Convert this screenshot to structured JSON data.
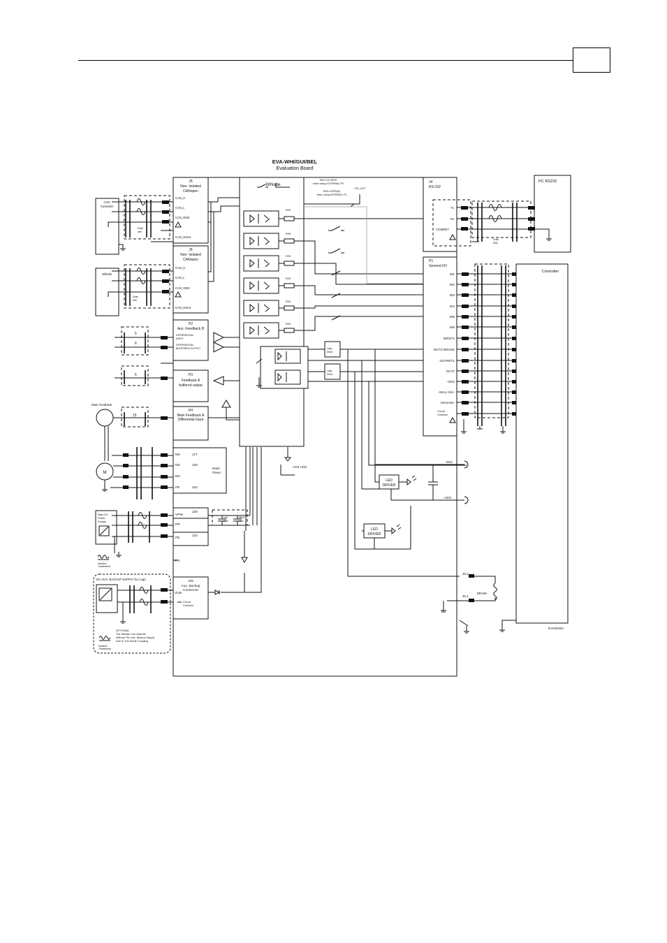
{
  "page": {
    "number": ""
  },
  "board": {
    "title": "EVA-WHI/GUI/BEL",
    "subtitle": "Evaluation Board",
    "drive": "Whistle"
  },
  "j5_top": {
    "title": "J5",
    "line1": "Non- Isolated",
    "line2": "CANopen",
    "pins": [
      "CAN_H",
      "CAN_L",
      "CAN_GND",
      "CAN_SHLD"
    ]
  },
  "j5_bottom": {
    "title": "J5",
    "line1": "Non- Isolated",
    "line2": "CANopen",
    "pins": [
      "CAN_H",
      "CAN_L",
      "CAN_GND",
      "CAN_SHLD"
    ]
  },
  "can_controller": {
    "line1": "CAN",
    "line2": "Controller"
  },
  "whistle_node": {
    "label": "Whistle"
  },
  "drain_wire": [
    "Drain",
    "wire"
  ],
  "drain_wire_rs232": [
    "Drain",
    "Wire"
  ],
  "p2": {
    "title": "P2",
    "line1": "Aux. Feedback B",
    "in1": "DIFFERENTIAL",
    "in2": "INPUT",
    "out1": "DIFFERENTIAL",
    "out2": "BUFFERED OUTPUT",
    "n1": "5",
    "n2": "6"
  },
  "p3": {
    "title": "P3",
    "line1": "Feedback A",
    "line2": "buffered output",
    "n1": "6"
  },
  "p4": {
    "title": "P4",
    "line1": "Main Feedback A",
    "line2": "Differential Input",
    "n1": "15"
  },
  "main_feedback": {
    "label": "Main Feedback"
  },
  "motor": {
    "label": "M",
    "pins": [
      "M3",
      "M2",
      "M1",
      "PE"
    ],
    "jacks": [
      "J17",
      "J20",
      "J22"
    ],
    "power_l1": "Motor",
    "power_l2": "Power"
  },
  "power": {
    "pins": [
      "VPW",
      "PR",
      "PE"
    ],
    "jacks": [
      "J25",
      "J22"
    ],
    "pe_extra": "PE",
    "supply_l1": "Main DC",
    "supply_l2": "Power",
    "supply_l3": "Supply",
    "transformer_l1": "Isolation",
    "transformer_l2": "Transformer",
    "cap1": "1μH",
    "cap1b": "100v",
    "cap2": "680uf",
    "cap2b": "100v"
  },
  "j26": {
    "title": "J26",
    "line1": "Aux. Backup",
    "line2": "Connector",
    "pin": "VLW",
    "circ1": "Circuit",
    "circ2": "Common"
  },
  "backup": {
    "title": "DC AUX. BACKUP SUPPLY for Logic",
    "opt1": "OPTIONAL",
    "opt2": "The Whistle Can Operate",
    "opt3": "Without The Aux. Backup Supply",
    "opt4": "Due to The Diode Coupling",
    "iso1": "Isolation",
    "iso2": "Transformer"
  },
  "switch_notes": {
    "closed1": "SW1=CLOSED",
    "closed2": "when using EXTERNAL PS",
    "open1": "SW1=OPEN(0)",
    "open2": "when using INTERNAL PS",
    "hvext": "+HV_EXT"
  },
  "resistor_label": "R2K",
  "j4": {
    "title": "J4",
    "line1": "RS-232",
    "pins": [
      "Tx",
      "Rx",
      "COMRET"
    ]
  },
  "pc": {
    "label": "PC RS232"
  },
  "p1": {
    "title": "P1",
    "line1": "General I/O",
    "pins": [
      "IN1",
      "IN2",
      "IN3",
      "IN4",
      "IN5",
      "IN6",
      "INRET1",
      "OUT1/ BRAKE",
      "OUTRET1",
      "OUT2",
      "-VDO",
      "ANAL IN1+",
      "ANALIN1-"
    ],
    "circ1": "Circuit",
    "circ2": "Common"
  },
  "controller": {
    "label": "Controller"
  },
  "led": {
    "driver1": "LED",
    "driver2": "DRIVER",
    "aok": "AOK LED"
  },
  "vdo": {
    "plus": "VDO",
    "minus": "-VDO"
  },
  "opto": {
    "l1": "Logic",
    "l2": "Driver"
  },
  "brake": {
    "j52": "J5,2",
    "j51": "J5,1",
    "label": "BRAKE"
  },
  "ref_code": "EVA0026A"
}
